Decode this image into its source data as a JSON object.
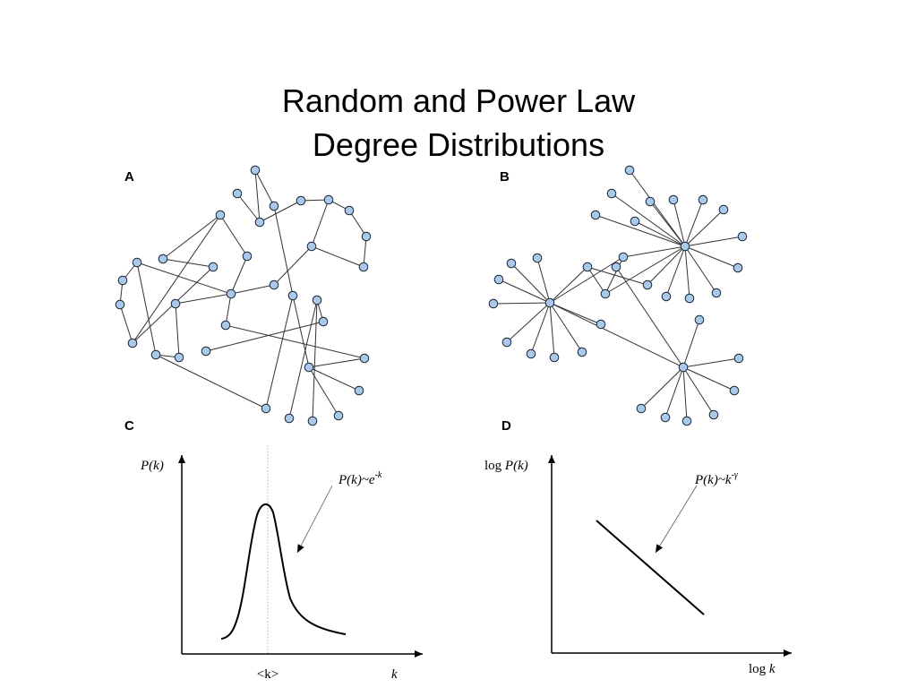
{
  "slide": {
    "title_line1": "Random and Power Law",
    "title_line2": "Degree Distributions"
  },
  "colors": {
    "node_fill": "#a9c9ec",
    "node_stroke": "#1c2733",
    "edge": "#333333",
    "axis": "#000000"
  },
  "panels": {
    "a": {
      "letter": "A"
    },
    "b": {
      "letter": "B"
    },
    "c": {
      "letter": "C",
      "y_label": "P(k)",
      "x_label": "k",
      "mean_tick": "<k>",
      "annotation_main": "P(k)~e",
      "annotation_sup": "-k"
    },
    "d": {
      "letter": "D",
      "y_label_prefix": "log ",
      "y_label_var": "P(k)",
      "x_label_prefix": "log ",
      "x_label_var": "k",
      "annotation_main": "P(k)~k",
      "annotation_sup": "-γ"
    }
  }
}
